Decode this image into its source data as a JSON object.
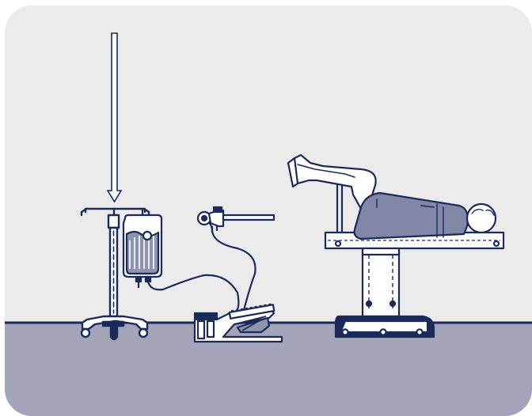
{
  "colors": {
    "background": "#ffffff",
    "wall": "#ebebec",
    "floor": "#a3a4ba",
    "line": "#1c2a59",
    "fluid": "#8f93b0",
    "blanket": "#8386a6",
    "white": "#ffffff"
  },
  "scene": {
    "items": [
      {
        "name": "down-arrow",
        "kind": "pointer"
      },
      {
        "name": "iv-stand",
        "kind": "equipment"
      },
      {
        "name": "iv-bag",
        "kind": "equipment"
      },
      {
        "name": "foot-pump",
        "kind": "equipment"
      },
      {
        "name": "instrument-arm",
        "kind": "equipment"
      },
      {
        "name": "operating-table",
        "kind": "equipment"
      },
      {
        "name": "patient",
        "kind": "person"
      }
    ]
  }
}
